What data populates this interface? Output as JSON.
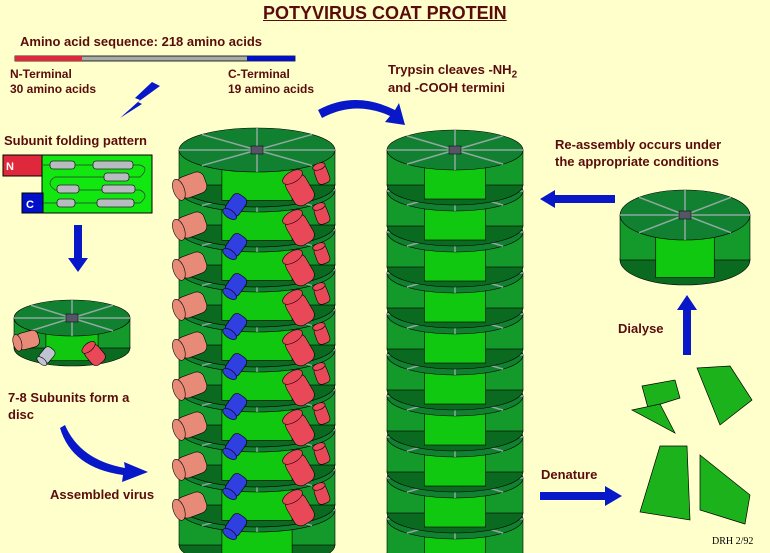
{
  "title": "POTYVIRUS COAT PROTEIN",
  "sequence": {
    "label": "Amino acid sequence: 218 amino acids",
    "total_amino_acids": 218,
    "n_terminal": {
      "title": "N-Terminal",
      "detail": "30 amino acids",
      "amino_acids": 30,
      "color": "#e0283c"
    },
    "c_terminal": {
      "title": "C-Terminal",
      "detail": "19 amino acids",
      "amino_acids": 19,
      "color": "#0010c8"
    },
    "core_color": "#a8aca8"
  },
  "folding": {
    "label": "Subunit folding pattern",
    "n_tag": "N",
    "c_tag": "C"
  },
  "disc": {
    "line1": "7-8 Subunits form a",
    "line2": "disc"
  },
  "assembled": {
    "label": "Assembled virus"
  },
  "trypsin": {
    "line1": "Trypsin cleaves -NH",
    "sub": "2",
    "line2": "and -COOH termini"
  },
  "reassembly": {
    "line1": "Re-assembly occurs under",
    "line2": "the appropriate conditions"
  },
  "dialyse": {
    "label": "Dialyse"
  },
  "denature": {
    "label": "Denature"
  },
  "signature": "DRH 2/92",
  "colors": {
    "background": "#ffffcc",
    "text": "#5a0c0c",
    "arrow": "#0818c8",
    "green_light": "#10c810",
    "green_dark": "#0a7a28",
    "red_tail": "#e84858",
    "blue_tail": "#3040e0"
  }
}
